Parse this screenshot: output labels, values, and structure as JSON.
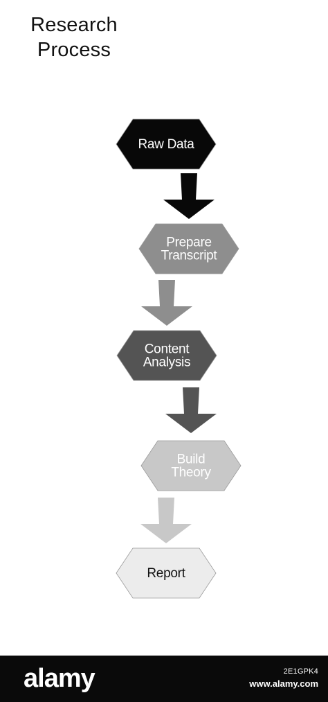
{
  "title_lines": [
    "Research",
    "Process"
  ],
  "steps": [
    {
      "lines": [
        "Raw Data"
      ],
      "fill": "#080808",
      "text_color": "#ffffff"
    },
    {
      "lines": [
        "Prepare",
        "Transcript"
      ],
      "fill": "#8e8e8e",
      "text_color": "#ffffff"
    },
    {
      "lines": [
        "Content",
        "Analysis"
      ],
      "fill": "#545454",
      "text_color": "#ffffff"
    },
    {
      "lines": [
        "Build",
        "Theory"
      ],
      "fill": "#c8c8c8",
      "text_color": "#ffffff"
    },
    {
      "lines": [
        "Report"
      ],
      "fill": "#ececec",
      "text_color": "#111111"
    }
  ],
  "arrow_colors": [
    "#080808",
    "#8e8e8e",
    "#545454",
    "#c8c8c8"
  ],
  "footer": {
    "logo": "alamy",
    "image_id": "2E1GPK4",
    "url": "www.alamy.com"
  }
}
